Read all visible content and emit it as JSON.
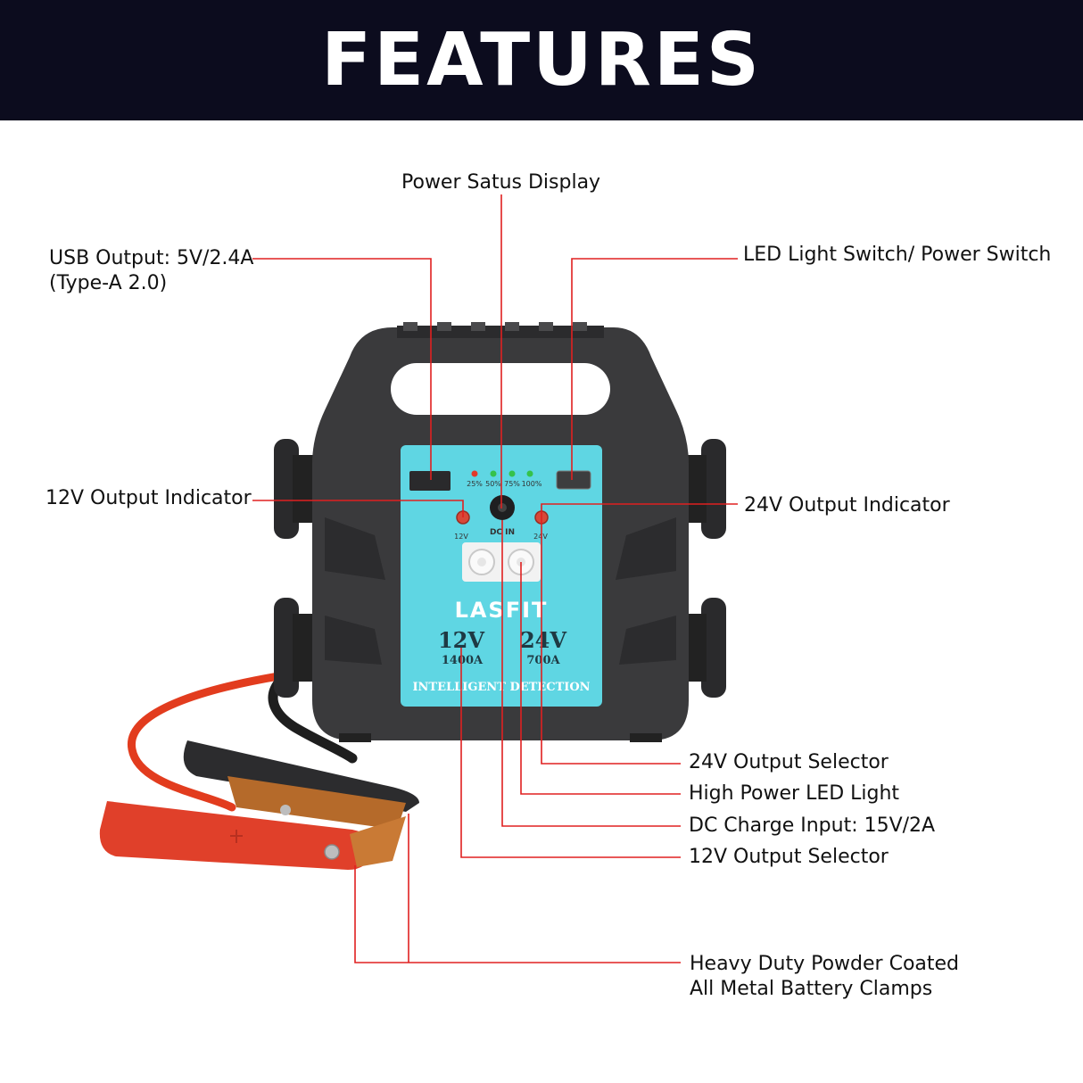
{
  "header": {
    "title": "FEATURES"
  },
  "callouts": {
    "power_status_display": "Power Satus Display",
    "usb_output_line1": "USB Output: 5V/2.4A",
    "usb_output_line2": "(Type-A 2.0)",
    "led_power_switch": "LED Light Switch/ Power Switch",
    "indicator_12v": "12V Output Indicator",
    "indicator_24v": "24V Output Indicator",
    "selector_24v": "24V Output Selector",
    "led_light": "High Power LED Light",
    "dc_input": "DC Charge Input: 15V/2A",
    "selector_12v": "12V Output Selector",
    "clamps_line1": "Heavy Duty Powder Coated",
    "clamps_line2": "All Metal Battery Clamps"
  },
  "device": {
    "brand": "LASFIT",
    "levels": [
      "25%",
      "50%",
      "75%",
      "100%"
    ],
    "label_12v_button": "12V",
    "label_dcin": "DC IN",
    "label_24v_button": "24V",
    "rating_12v_volt": "12V",
    "rating_12v_amp": "1400A",
    "rating_24v_volt": "24V",
    "rating_24v_amp": "700A",
    "footer": "INTELLIGENT DETECTION"
  },
  "colors": {
    "header_bg": "#0c0c1e",
    "leader_line": "#e02020",
    "panel": "#5fd6e3",
    "body": "#3a3a3c",
    "cable": "#e23c1e",
    "clamp_red": "#e0402a"
  }
}
